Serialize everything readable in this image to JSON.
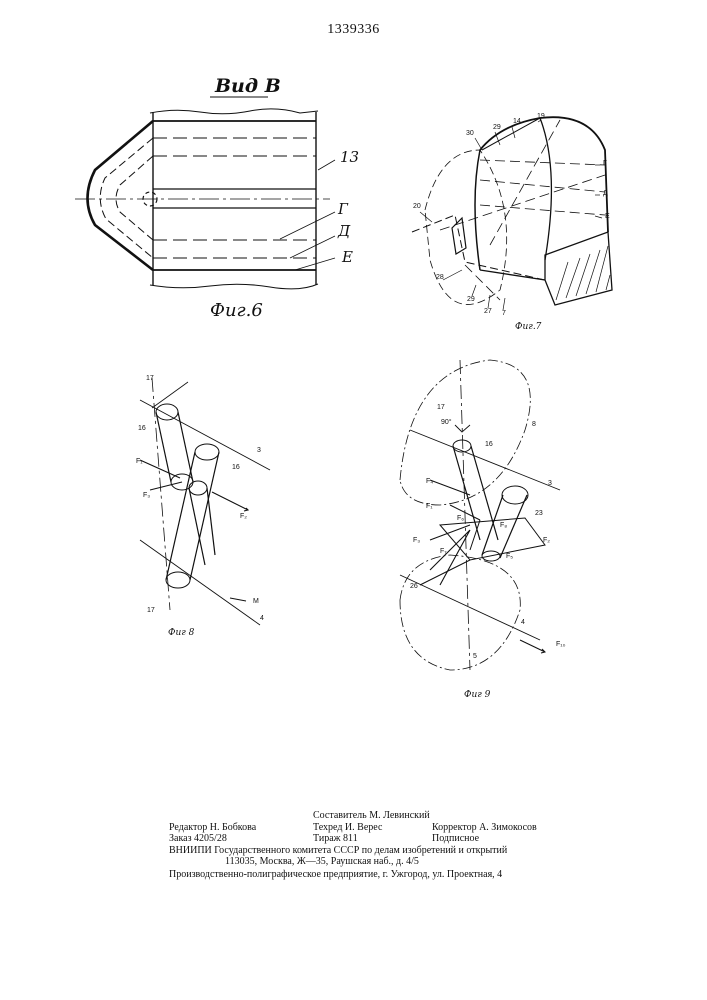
{
  "patent_number": "1339336",
  "fig6": {
    "view_label": "Вид В",
    "caption": "Фиг.6",
    "labels": {
      "n13": "13",
      "g": "Г",
      "d": "Д",
      "e": "Е"
    }
  },
  "fig7": {
    "caption": "Фиг.7",
    "labels": {
      "n30": "30",
      "n29a": "29",
      "n14": "14",
      "n19": "19",
      "g": "Г",
      "d": "Д",
      "e": "Е",
      "n20": "20",
      "n28": "28",
      "n29b": "29",
      "n27": "27",
      "n7": "7"
    }
  },
  "fig8": {
    "caption": "Фиг 8",
    "labels": {
      "n17a": "17",
      "n16a": "16",
      "n16b": "16",
      "n3": "3",
      "f1": "F₁",
      "f3": "F₃",
      "f2": "F₂",
      "n17b": "17",
      "m": "M",
      "n4": "4"
    }
  },
  "fig9": {
    "caption": "Фиг 9",
    "labels": {
      "n17": "17",
      "deg90": "90°",
      "n16": "16",
      "n8": "8",
      "n3": "3",
      "f4": "F₄",
      "f1": "F₁",
      "f6": "F₆",
      "f8": "F₈",
      "n23": "23",
      "f3": "F₃",
      "f7": "F₇",
      "f2": "F₂",
      "f5": "F₅",
      "n26": "26",
      "n4": "4",
      "f10": "F₁₀",
      "n5": "5"
    }
  },
  "imprint": {
    "compiler": "Составитель М. Левинский",
    "editor": "Редактор Н. Бобкова",
    "techred": "Техред И. Верес",
    "corrector": "Корректор А. Зимокосов",
    "order": "Заказ 4205/28",
    "circulation": "Тираж 811",
    "subscription": "Подписное",
    "vniipi": "ВНИИПИ Государственного комитета СССР по делам изобретений и открытий",
    "address": "113035, Москва, Ж—35, Раушская наб., д. 4/5",
    "printer": "Производственно-полиграфическое предприятие, г. Ужгород, ул. Проектная, 4"
  }
}
